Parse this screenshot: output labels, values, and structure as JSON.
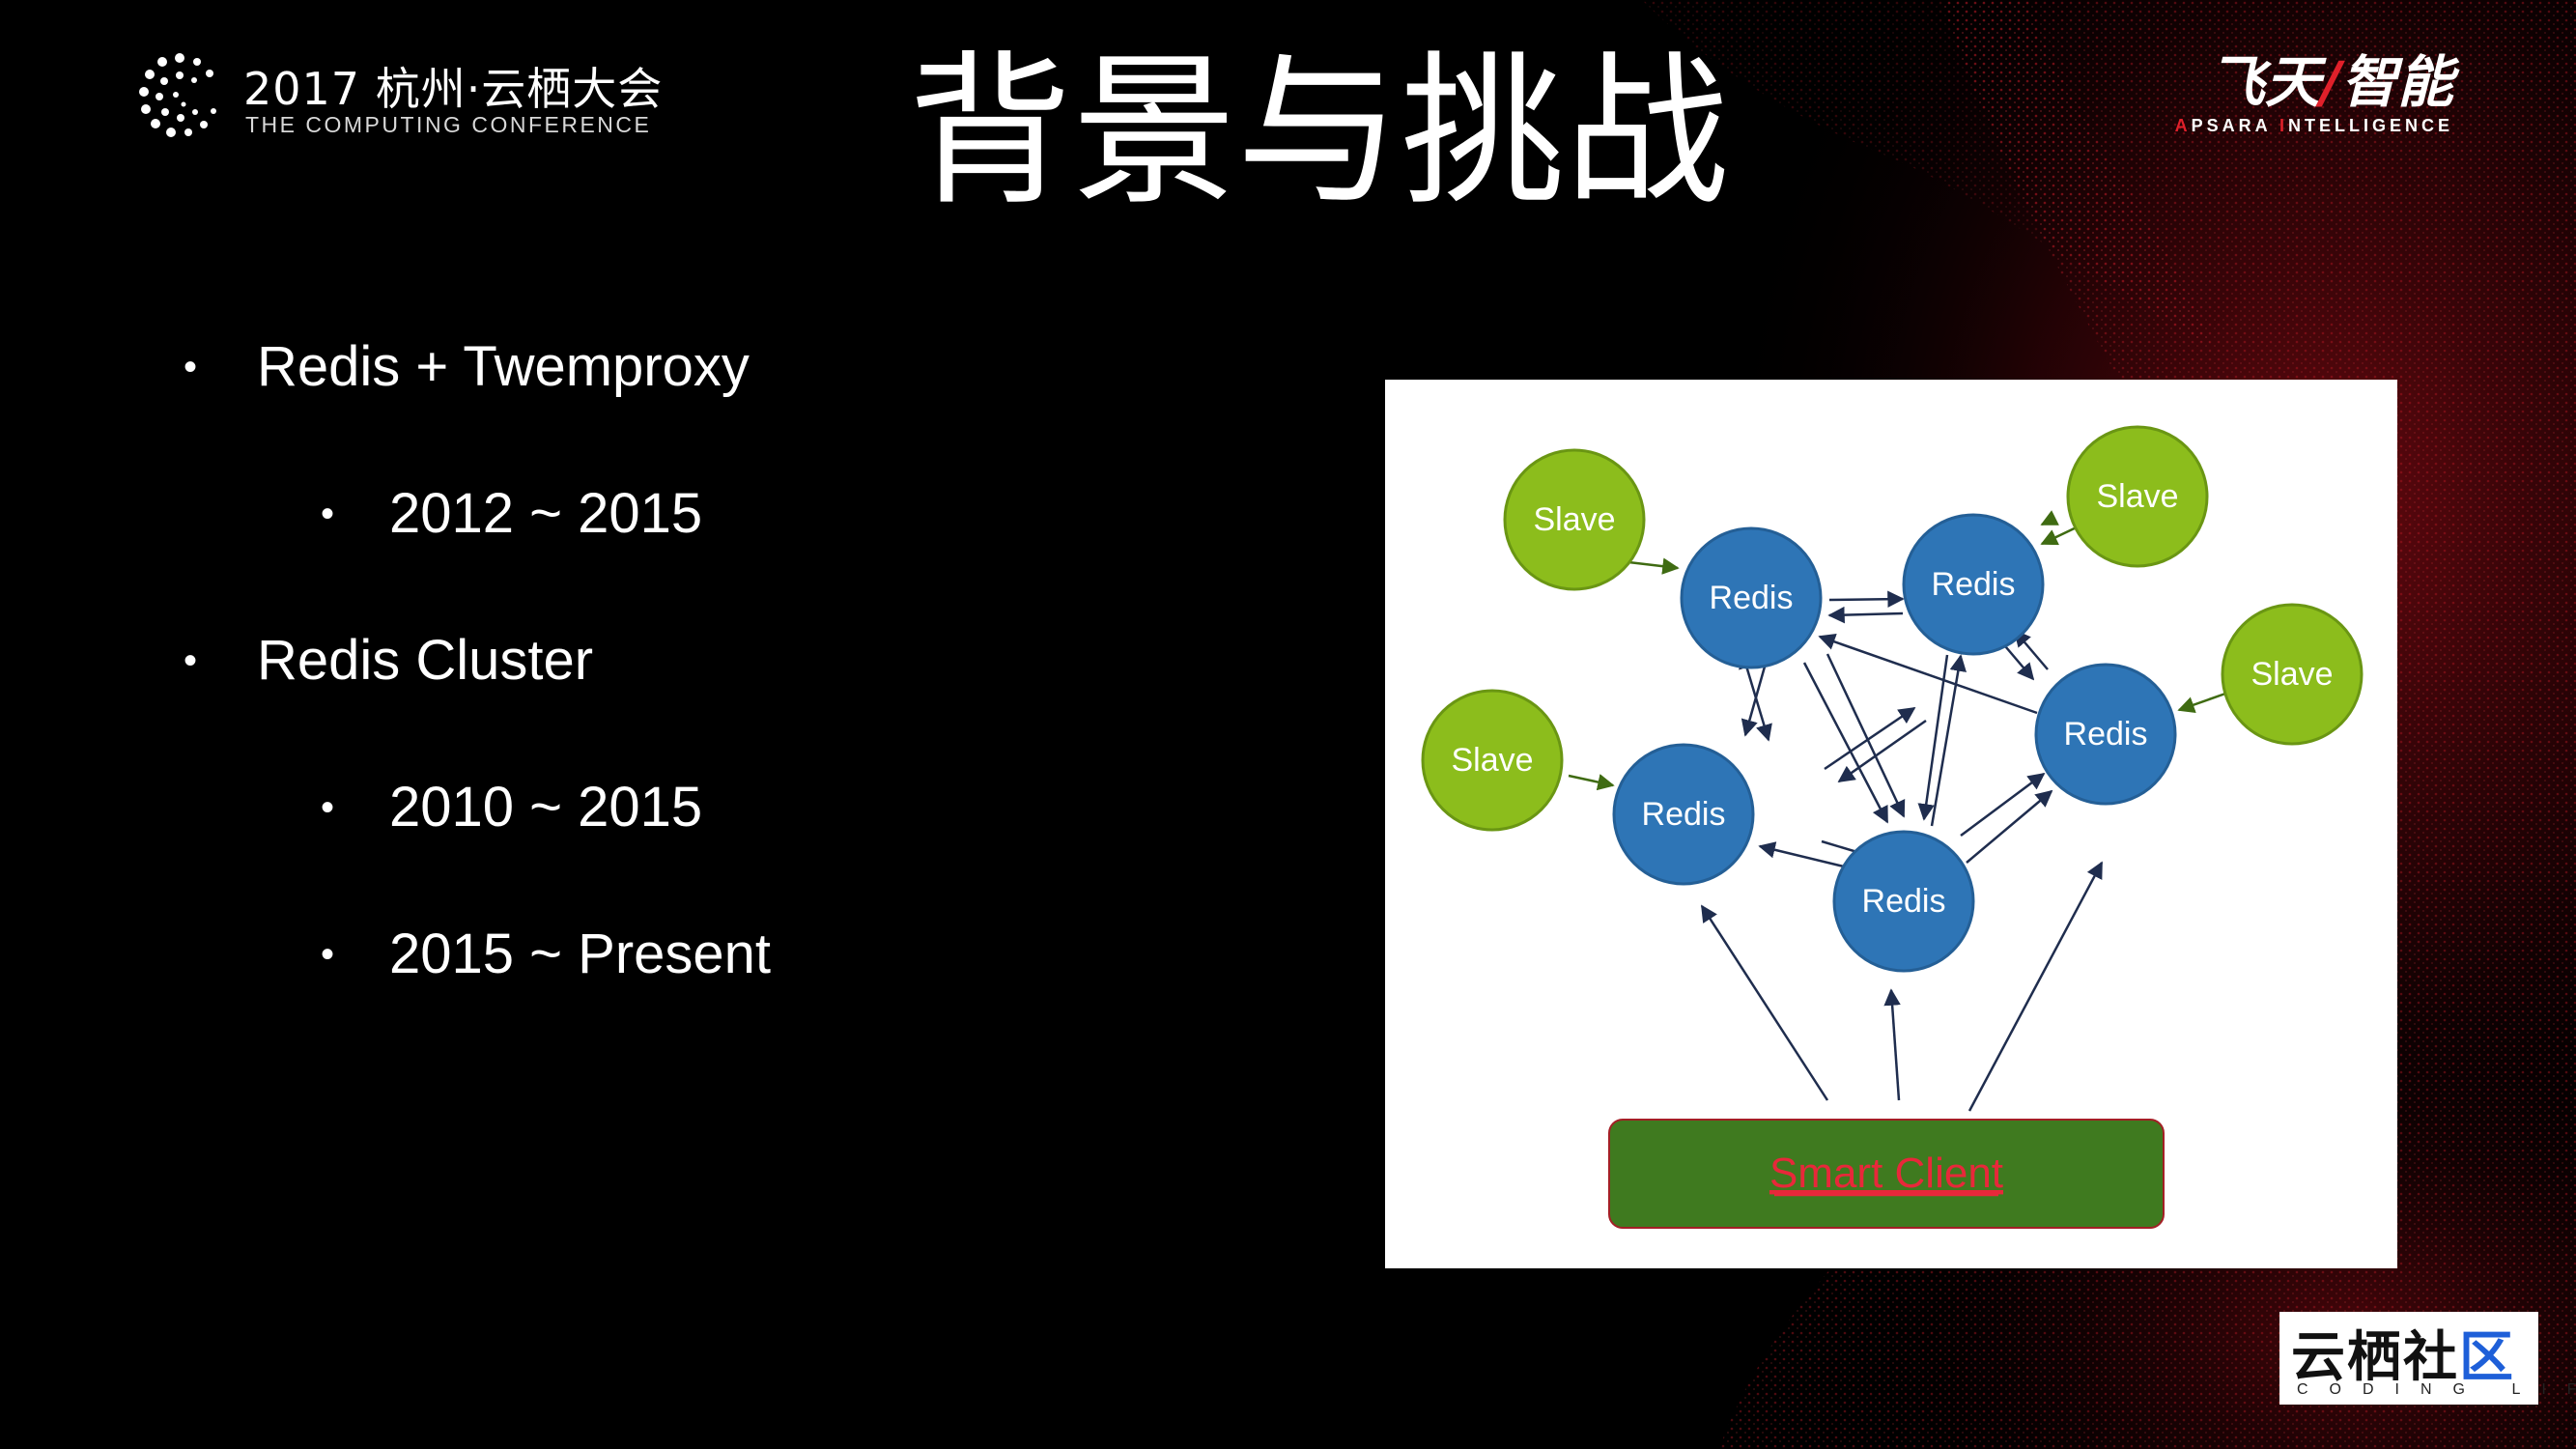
{
  "header": {
    "conference_title": "2017 杭州·云栖大会",
    "conference_subtitle": "THE COMPUTING CONFERENCE",
    "slide_title": "背景与挑战",
    "brand_main_a": "飞天",
    "brand_slash": "/",
    "brand_main_b": "智能",
    "brand_sub_a1": "A",
    "brand_sub_a2": "PSARA ",
    "brand_sub_i1": "I",
    "brand_sub_i2": "NTELLIGENCE"
  },
  "bullets": [
    {
      "text": "Redis + Twemproxy",
      "level": 1
    },
    {
      "text": "2012 ~ 2015",
      "level": 2
    },
    {
      "text": "Redis Cluster",
      "level": 1
    },
    {
      "text": "2010 ~ 2015",
      "level": 2
    },
    {
      "text": "2015 ~ Present",
      "level": 2
    }
  ],
  "bullet_glyph": "•",
  "diagram": {
    "redis_label": "Redis",
    "slave_label": "Slave",
    "client_label": "Smart Client",
    "colors": {
      "redis_fill": "#2e75b6",
      "slave_fill": "#8cbd1c",
      "client_fill": "#3f7a1f",
      "client_text": "#e8283a",
      "arrow": "#1f2d4e"
    }
  },
  "footer": {
    "logo_text_a": "云栖社",
    "logo_text_b": "区",
    "logo_sub": "CODING LIFE"
  }
}
